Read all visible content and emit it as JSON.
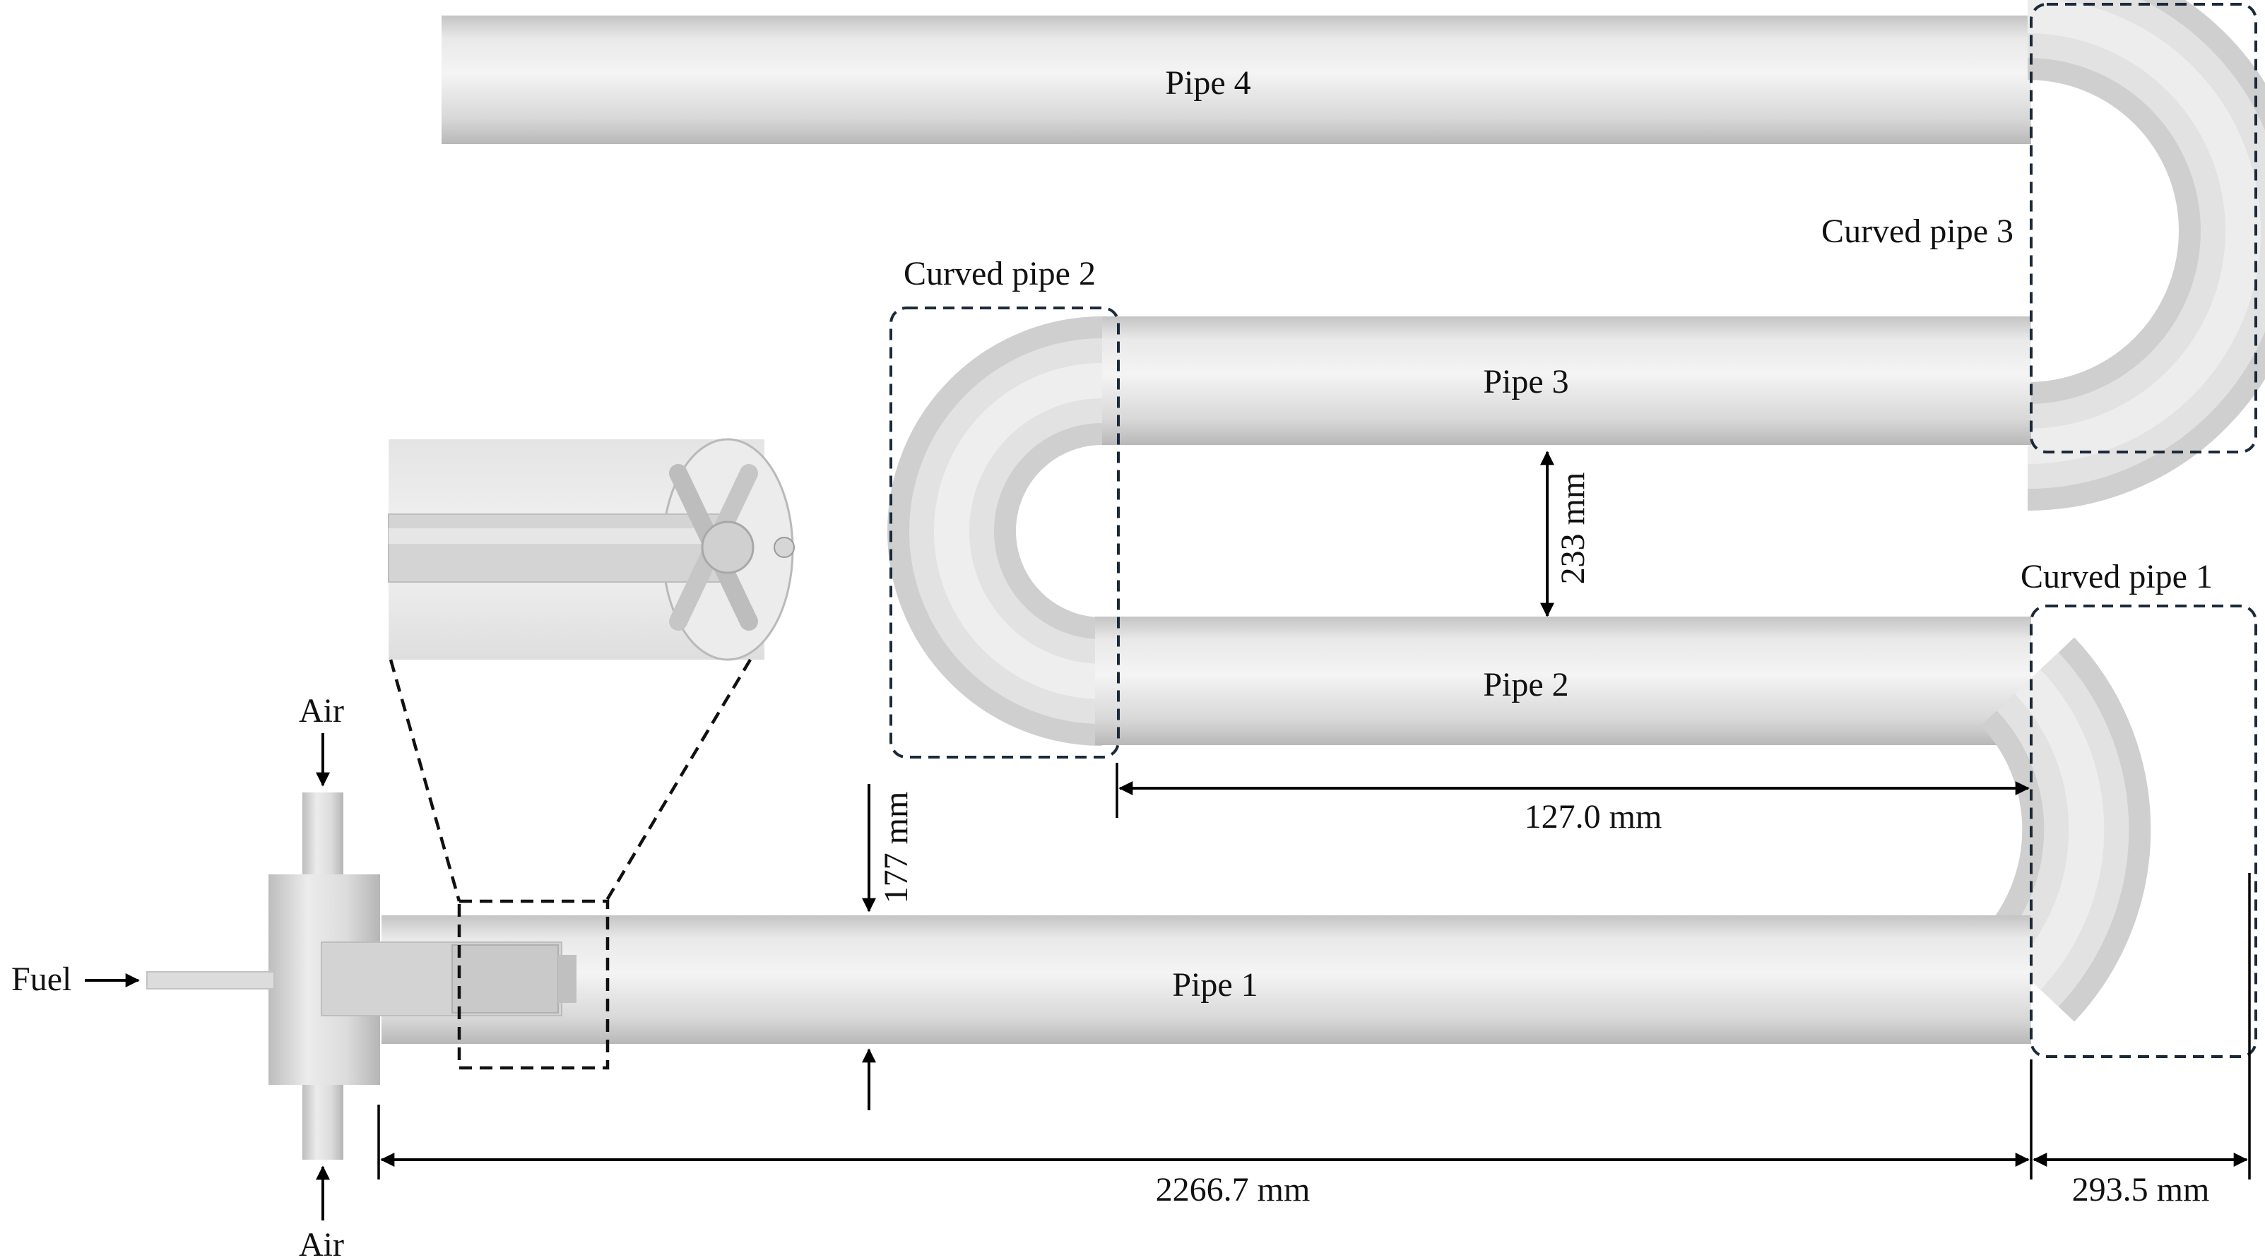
{
  "labels": {
    "pipe1": "Pipe 1",
    "pipe2": "Pipe 2",
    "pipe3": "Pipe 3",
    "pipe4": "Pipe 4",
    "curved1": "Curved pipe 1",
    "curved2": "Curved pipe 2",
    "curved3": "Curved pipe 3",
    "fuel": "Fuel",
    "air_top": "Air",
    "air_bottom": "Air"
  },
  "dimensions": {
    "length_pipe1": "2266.7 mm",
    "length_bend": "293.5 mm",
    "length_pipe2": "127.0 mm",
    "diameter": "177 mm",
    "spacing": "233 mm"
  },
  "colors": {
    "pipe_light": "#f2f2f2",
    "pipe_mid": "#d9d9d9",
    "pipe_dark": "#b3b3b3",
    "box_dash": "#1b2a3a"
  }
}
